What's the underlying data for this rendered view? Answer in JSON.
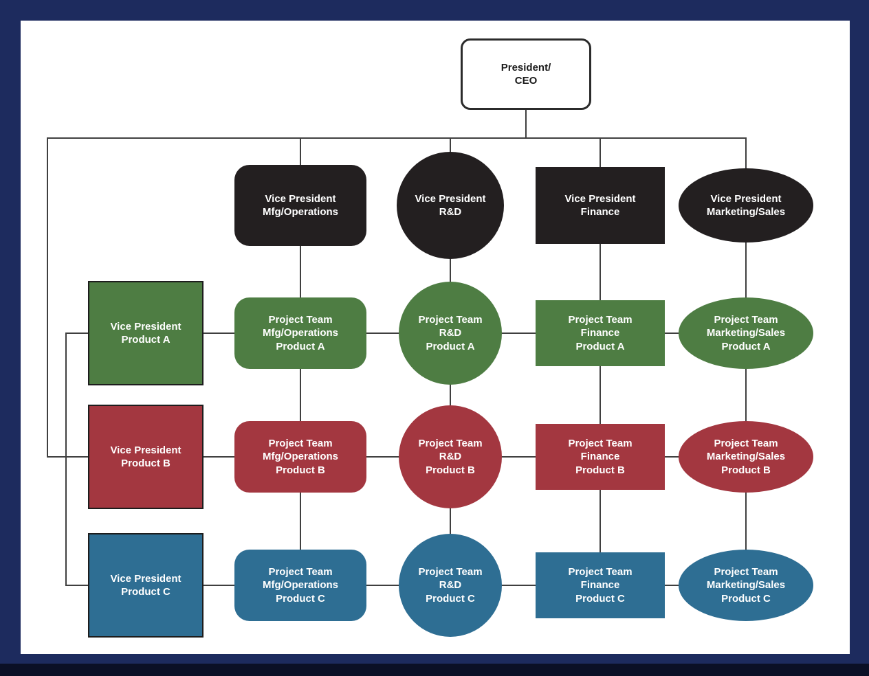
{
  "colors": {
    "background": "#1d2b5e",
    "panel": "#ffffff",
    "node_black": "#231f20",
    "product_a_green": "#4e7d43",
    "product_b_red": "#a33740",
    "product_c_blue": "#2e6e93",
    "connector_line": "#3f3f3f"
  },
  "ceo": {
    "label": "President/\nCEO"
  },
  "functional_vps": [
    {
      "id": "vp-mfg-operations",
      "label": "Vice President\nMfg/Operations",
      "shape": "rounded-rectangle",
      "color": "black"
    },
    {
      "id": "vp-rd",
      "label": "Vice President\nR&D",
      "shape": "circle",
      "color": "black"
    },
    {
      "id": "vp-finance",
      "label": "Vice President\nFinance",
      "shape": "rectangle",
      "color": "black"
    },
    {
      "id": "vp-marketing-sales",
      "label": "Vice President\nMarketing/Sales",
      "shape": "ellipse",
      "color": "black"
    }
  ],
  "product_vps": [
    {
      "id": "vp-product-a",
      "label": "Vice President\nProduct A",
      "shape": "rectangle",
      "color": "green"
    },
    {
      "id": "vp-product-b",
      "label": "Vice President\nProduct B",
      "shape": "rectangle",
      "color": "red"
    },
    {
      "id": "vp-product-c",
      "label": "Vice President\nProduct C",
      "shape": "rectangle",
      "color": "blue"
    }
  ],
  "project_teams": {
    "rows": [
      {
        "product": "Product A",
        "color": "green",
        "cells": [
          {
            "shape": "rounded-rectangle",
            "label": "Project Team\nMfg/Operations\nProduct A"
          },
          {
            "shape": "circle",
            "label": "Project Team\nR&D\nProduct A"
          },
          {
            "shape": "rectangle",
            "label": "Project Team\nFinance\nProduct A"
          },
          {
            "shape": "ellipse",
            "label": "Project Team\nMarketing/Sales\nProduct A"
          }
        ]
      },
      {
        "product": "Product B",
        "color": "red",
        "cells": [
          {
            "shape": "rounded-rectangle",
            "label": "Project Team\nMfg/Operations\nProduct B"
          },
          {
            "shape": "circle",
            "label": "Project Team\nR&D\nProduct B"
          },
          {
            "shape": "rectangle",
            "label": "Project Team\nFinance\nProduct B"
          },
          {
            "shape": "ellipse",
            "label": "Project Team\nMarketing/Sales\nProduct B"
          }
        ]
      },
      {
        "product": "Product C",
        "color": "blue",
        "cells": [
          {
            "shape": "rounded-rectangle",
            "label": "Project Team\nMfg/Operations\nProduct C"
          },
          {
            "shape": "circle",
            "label": "Project Team\nR&D\nProduct C"
          },
          {
            "shape": "rectangle",
            "label": "Project Team\nFinance\nProduct C"
          },
          {
            "shape": "ellipse",
            "label": "Project Team\nMarketing/Sales\nProduct C"
          }
        ]
      }
    ]
  }
}
